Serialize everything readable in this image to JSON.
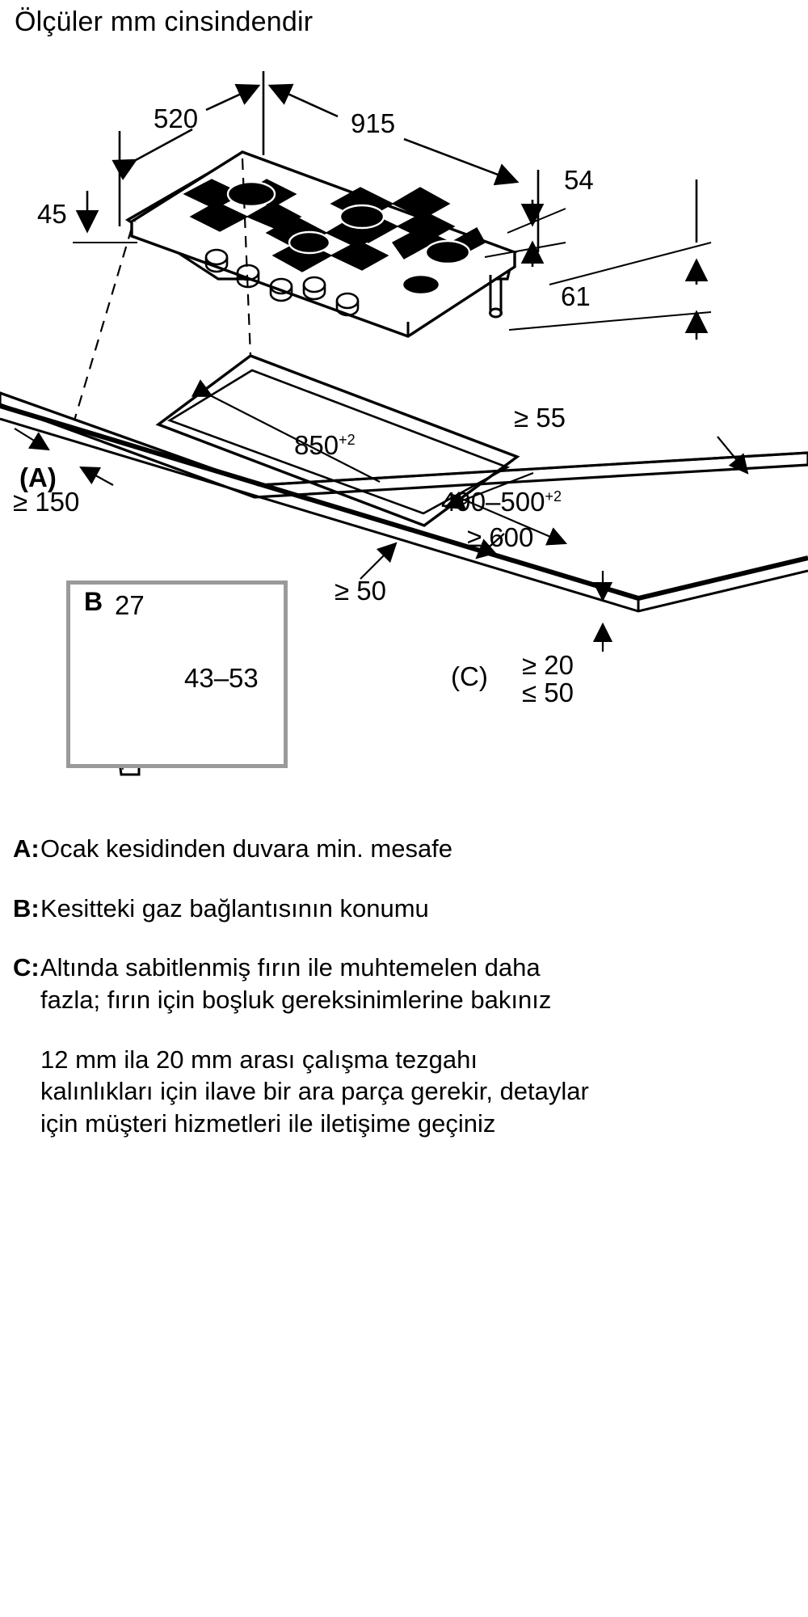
{
  "title": "Ölçüler mm cinsindendir",
  "appliance_dimensions": {
    "depth": "520",
    "width": "915",
    "top_frame_height": "54",
    "front_left_height": "45",
    "body_depth_height": "61"
  },
  "cutout_dimensions": {
    "cutout_width": "850",
    "cutout_width_tolerance": "+2",
    "cutout_depth": "490–500",
    "cutout_depth_tolerance": "+2",
    "rear_min": "≥ 55",
    "below_min": "≥ 600",
    "side_min": "≥ 50",
    "wall_min_key": "(A)",
    "wall_min_value": "≥ 150",
    "worktop_key": "(C)",
    "worktop_min": "≥ 20",
    "worktop_max": "≤ 50"
  },
  "detail_b": {
    "key": "B",
    "offset_from_edge": "27",
    "height_range": "43–53"
  },
  "legend": [
    {
      "key": "A:",
      "text": "Ocak kesidinden duvara min. mesafe"
    },
    {
      "key": "B:",
      "text": "Kesitteki gaz bağlantısının konumu"
    },
    {
      "key": "C:",
      "text": "Altında sabitlenmiş fırın ile muhtemelen daha fazla; fırın için boşluk gereksinimlerine bakınız"
    }
  ],
  "footnote": "12 mm ila 20 mm arası çalışma tezgahı kalınlıkları için ilave bir ara parça gerekir, detaylar için müşteri hizmetleri ile iletişime geçiniz",
  "colors": {
    "ink": "#000000",
    "detail_frame": "#9a9a9a",
    "paper": "#ffffff"
  }
}
